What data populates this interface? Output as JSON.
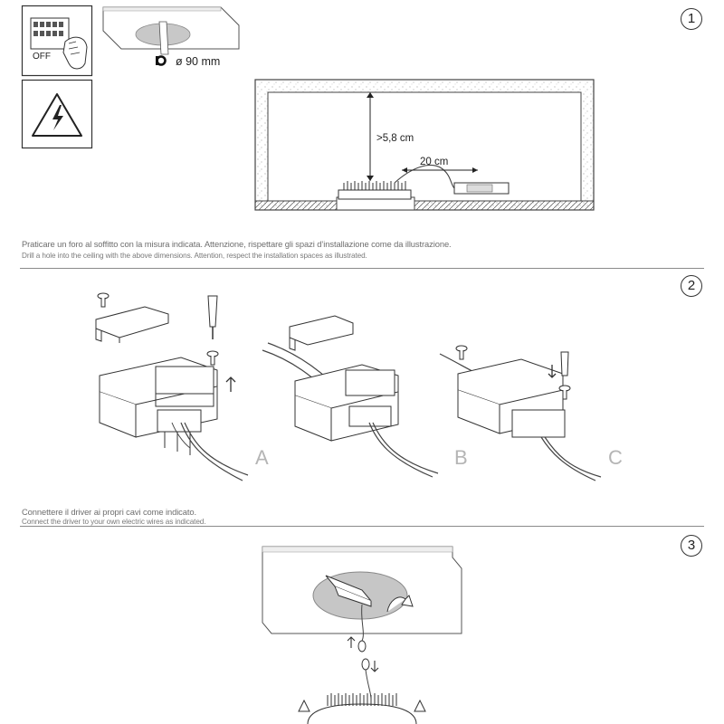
{
  "steps": [
    {
      "number": "1",
      "hole_label": "ø 90 mm",
      "height_label": ">5,8 cm",
      "distance_label": "20 cm",
      "switch_label": "OFF",
      "caption_it": "Praticare un foro al soffitto con la misura indicata. Attenzione, rispettare gli spazi d’installazione come da illustrazione.",
      "caption_en": "Drill a hole into the ceiling with the above dimensions. Attention, respect the installation spaces as illustrated."
    },
    {
      "number": "2",
      "panel_labels": [
        "A",
        "B",
        "C"
      ],
      "caption_it": "Connettere il driver ai propri cavi come indicato.",
      "caption_en": "Connect the driver to your own electric wires as indicated."
    },
    {
      "number": "3"
    }
  ],
  "icons": [
    "power-switch-off-icon",
    "electrical-hazard-icon",
    "hole-saw-icon",
    "screwdriver-icon",
    "screw-icon",
    "arrow-up-icon",
    "arrow-down-icon"
  ],
  "colors": {
    "line": "#333333",
    "caption": "#6e6e6e",
    "divider": "#8a8a8a",
    "letter": "#b5b5b5"
  }
}
